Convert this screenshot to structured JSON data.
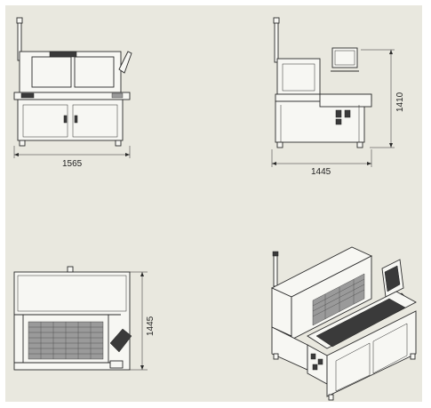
{
  "drawing": {
    "views": {
      "front": {
        "width_label": "1565"
      },
      "side": {
        "width_label": "1445",
        "height_label": "1410"
      },
      "top": {
        "depth_label": "1445"
      },
      "isometric": {}
    },
    "colors": {
      "background": "#e9e8df",
      "line": "#2a2a2a"
    }
  }
}
